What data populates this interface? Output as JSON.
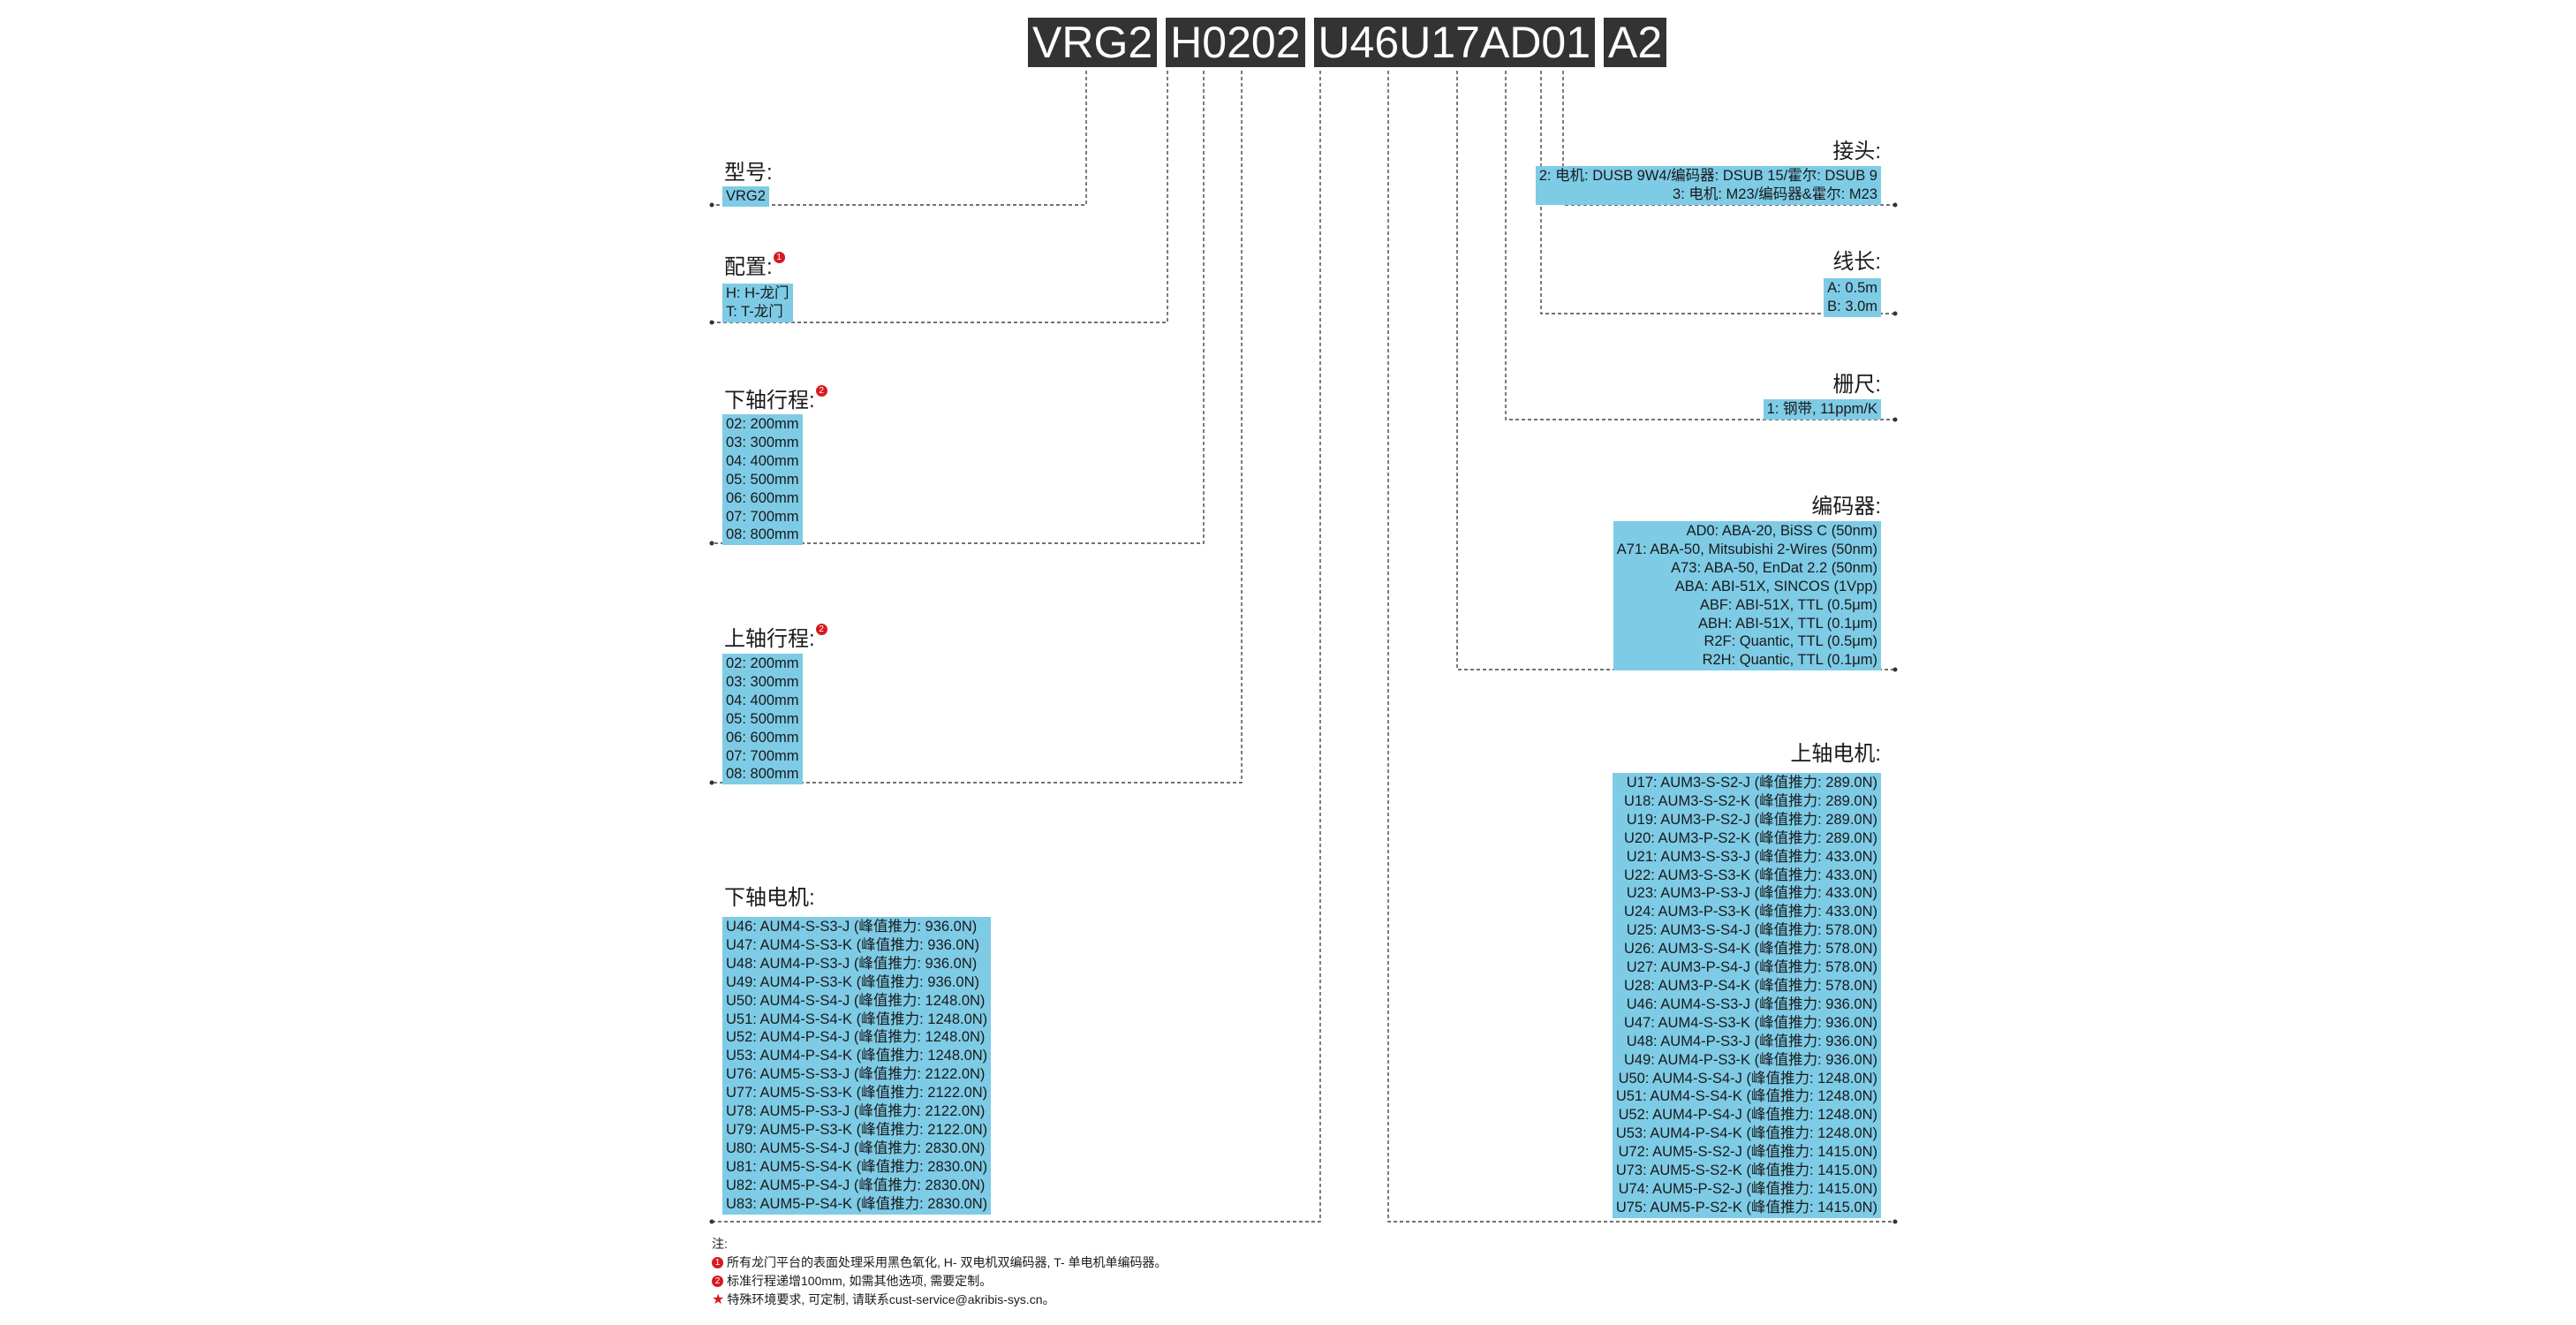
{
  "code": {
    "segments": [
      "VRG2",
      "H0202",
      "U46U17AD01",
      "A2"
    ]
  },
  "left_sections": [
    {
      "title": "型号:",
      "badge": "",
      "options": [
        "VRG2"
      ]
    },
    {
      "title": "配置:",
      "badge": "1",
      "options": [
        "H: H-龙门",
        "T: T-龙门"
      ]
    },
    {
      "title": "下轴行程:",
      "badge": "2",
      "options": [
        "02: 200mm",
        "03: 300mm",
        "04: 400mm",
        "05: 500mm",
        "06: 600mm",
        "07: 700mm",
        "08: 800mm"
      ]
    },
    {
      "title": "上轴行程:",
      "badge": "2",
      "options": [
        "02: 200mm",
        "03: 300mm",
        "04: 400mm",
        "05: 500mm",
        "06: 600mm",
        "07: 700mm",
        "08: 800mm"
      ]
    },
    {
      "title": "下轴电机:",
      "badge": "",
      "options": [
        "U46: AUM4-S-S3-J (峰值推力: 936.0N)",
        "U47: AUM4-S-S3-K (峰值推力: 936.0N)",
        "U48: AUM4-P-S3-J (峰值推力: 936.0N)",
        "U49: AUM4-P-S3-K (峰值推力: 936.0N)",
        "U50: AUM4-S-S4-J (峰值推力: 1248.0N)",
        "U51: AUM4-S-S4-K (峰值推力: 1248.0N)",
        "U52: AUM4-P-S4-J (峰值推力: 1248.0N)",
        "U53: AUM4-P-S4-K (峰值推力: 1248.0N)",
        "U76: AUM5-S-S3-J (峰值推力: 2122.0N)",
        "U77: AUM5-S-S3-K (峰值推力: 2122.0N)",
        "U78: AUM5-P-S3-J (峰值推力: 2122.0N)",
        "U79: AUM5-P-S3-K (峰值推力: 2122.0N)",
        "U80: AUM5-S-S4-J (峰值推力: 2830.0N)",
        "U81: AUM5-S-S4-K (峰值推力: 2830.0N)",
        "U82: AUM5-P-S4-J (峰值推力: 2830.0N)",
        "U83: AUM5-P-S4-K (峰值推力: 2830.0N)"
      ]
    }
  ],
  "right_sections": [
    {
      "title": "接头:",
      "options": [
        "2: 电机: DUSB 9W4/编码器: DSUB 15/霍尔: DSUB 9",
        "3: 电机: M23/编码器&霍尔: M23"
      ]
    },
    {
      "title": "线长:",
      "options": [
        "A: 0.5m",
        "B: 3.0m"
      ]
    },
    {
      "title": "栅尺:",
      "options": [
        "1: 钢带, 11ppm/K"
      ]
    },
    {
      "title": "编码器:",
      "options": [
        "AD0: ABA-20, BiSS C (50nm)",
        "A71: ABA-50, Mitsubishi 2-Wires (50nm)",
        "A73: ABA-50, EnDat 2.2 (50nm)",
        "ABA: ABI-51X, SINCOS (1Vpp)",
        "ABF: ABI-51X, TTL (0.5μm)",
        "ABH: ABI-51X, TTL (0.1μm)",
        "R2F: Quantic, TTL (0.5μm)",
        "R2H: Quantic, TTL (0.1μm)"
      ]
    },
    {
      "title": "上轴电机:",
      "options": [
        "U17: AUM3-S-S2-J (峰值推力: 289.0N)",
        "U18: AUM3-S-S2-K (峰值推力: 289.0N)",
        "U19: AUM3-P-S2-J (峰值推力: 289.0N)",
        "U20: AUM3-P-S2-K (峰值推力: 289.0N)",
        "U21: AUM3-S-S3-J (峰值推力: 433.0N)",
        "U22: AUM3-S-S3-K (峰值推力: 433.0N)",
        "U23: AUM3-P-S3-J (峰值推力: 433.0N)",
        "U24: AUM3-P-S3-K (峰值推力: 433.0N)",
        "U25: AUM3-S-S4-J (峰值推力: 578.0N)",
        "U26: AUM3-S-S4-K (峰值推力: 578.0N)",
        "U27: AUM3-P-S4-J (峰值推力: 578.0N)",
        "U28: AUM3-P-S4-K (峰值推力: 578.0N)",
        "U46: AUM4-S-S3-J (峰值推力: 936.0N)",
        "U47: AUM4-S-S3-K (峰值推力: 936.0N)",
        "U48: AUM4-P-S3-J (峰值推力: 936.0N)",
        "U49: AUM4-P-S3-K (峰值推力: 936.0N)",
        "U50: AUM4-S-S4-J (峰值推力: 1248.0N)",
        "U51: AUM4-S-S4-K (峰值推力: 1248.0N)",
        "U52: AUM4-P-S4-J (峰值推力: 1248.0N)",
        "U53: AUM4-P-S4-K (峰值推力: 1248.0N)",
        "U72: AUM5-S-S2-J (峰值推力: 1415.0N)",
        "U73: AUM5-S-S2-K (峰值推力: 1415.0N)",
        "U74: AUM5-P-S2-J (峰值推力: 1415.0N)",
        "U75: AUM5-P-S2-K (峰值推力: 1415.0N)"
      ]
    }
  ],
  "notes": {
    "heading": "注:",
    "items": [
      {
        "marker": "1",
        "text": "所有龙门平台的表面处理采用黑色氧化, H- 双电机双编码器, T- 单电机单编码器。"
      },
      {
        "marker": "2",
        "text": "标准行程递增100mm, 如需其他选项, 需要定制。"
      },
      {
        "marker": "★",
        "text": "特殊环境要求, 可定制, 请联系cust-service@akribis-sys.cn。"
      }
    ]
  }
}
